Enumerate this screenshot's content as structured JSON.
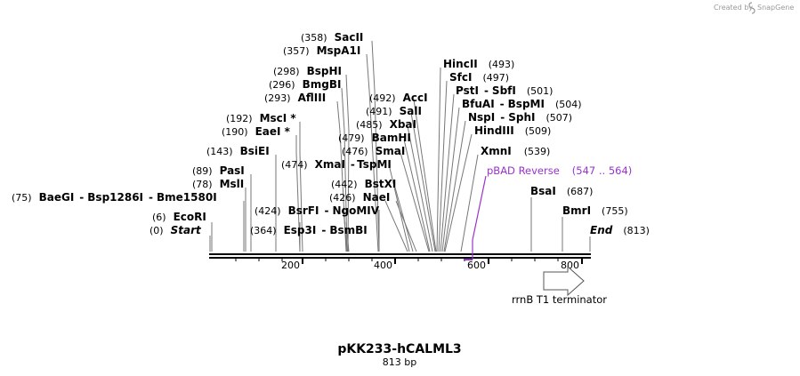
{
  "credit": {
    "text": "Created by",
    "brand": "SnapGene"
  },
  "plasmid": {
    "name": "pKK233-hCALML3",
    "length_label": "813 bp",
    "total_bp": 813
  },
  "axis_ticks": [
    "200",
    "400",
    "600",
    "800"
  ],
  "sites": [
    {
      "pos": "(358)",
      "names": [
        "SacII"
      ]
    },
    {
      "pos": "(357)",
      "names": [
        "MspA1I"
      ]
    },
    {
      "pos": "(298)",
      "names": [
        "BspHI"
      ]
    },
    {
      "pos": "(296)",
      "names": [
        "BmgBI"
      ]
    },
    {
      "pos": "(293)",
      "names": [
        "AflIII"
      ]
    },
    {
      "pos": "(192)",
      "names": [
        "MscI *"
      ]
    },
    {
      "pos": "(190)",
      "names": [
        "EaeI *"
      ]
    },
    {
      "pos": "(143)",
      "names": [
        "BsiEI"
      ]
    },
    {
      "pos": "(89)",
      "names": [
        "PasI"
      ]
    },
    {
      "pos": "(78)",
      "names": [
        "MslI"
      ]
    },
    {
      "pos": "(75)",
      "names": [
        "BaeGI",
        "Bsp1286I",
        "Bme1580I"
      ]
    },
    {
      "pos": "(6)",
      "names": [
        "EcoRI"
      ]
    },
    {
      "pos": "(0)",
      "names": [
        "Start"
      ]
    },
    {
      "pos": "(474)",
      "names": [
        "XmaI",
        "TspMI"
      ]
    },
    {
      "pos": "(424)",
      "names": [
        "BsrFI",
        "NgoMIV"
      ]
    },
    {
      "pos": "(364)",
      "names": [
        "Esp3I",
        "BsmBI"
      ]
    },
    {
      "pos": "(492)",
      "names": [
        "AccI"
      ]
    },
    {
      "pos": "(491)",
      "names": [
        "SalI"
      ]
    },
    {
      "pos": "(485)",
      "names": [
        "XbaI"
      ]
    },
    {
      "pos": "(479)",
      "names": [
        "BamHI"
      ]
    },
    {
      "pos": "(476)",
      "names": [
        "SmaI"
      ]
    },
    {
      "pos": "(442)",
      "names": [
        "BstXI"
      ]
    },
    {
      "pos": "(426)",
      "names": [
        "NaeI"
      ]
    },
    {
      "pos": "(493)",
      "names": [
        "HincII"
      ]
    },
    {
      "pos": "(497)",
      "names": [
        "SfcI"
      ]
    },
    {
      "pos": "(501)",
      "names": [
        "PstI",
        "SbfI"
      ]
    },
    {
      "pos": "(504)",
      "names": [
        "BfuAI",
        "BspMI"
      ]
    },
    {
      "pos": "(507)",
      "names": [
        "NspI",
        "SphI"
      ]
    },
    {
      "pos": "(509)",
      "names": [
        "HindIII"
      ]
    },
    {
      "pos": "(539)",
      "names": [
        "XmnI"
      ]
    },
    {
      "pos": "(687)",
      "names": [
        "BsaI"
      ]
    },
    {
      "pos": "(755)",
      "names": [
        "BmrI"
      ]
    },
    {
      "pos": "(813)",
      "names": [
        "End"
      ]
    }
  ],
  "primer": {
    "name": "pBAD Reverse",
    "range": "(547 .. 564)",
    "color": "#9933cc"
  },
  "feature": {
    "name": "rrnB T1 terminator",
    "direction": "forward"
  },
  "colors": {
    "backbone": "#000000",
    "leader": "#777777",
    "primer": "#9933cc",
    "credit": "#9a9a9a"
  }
}
